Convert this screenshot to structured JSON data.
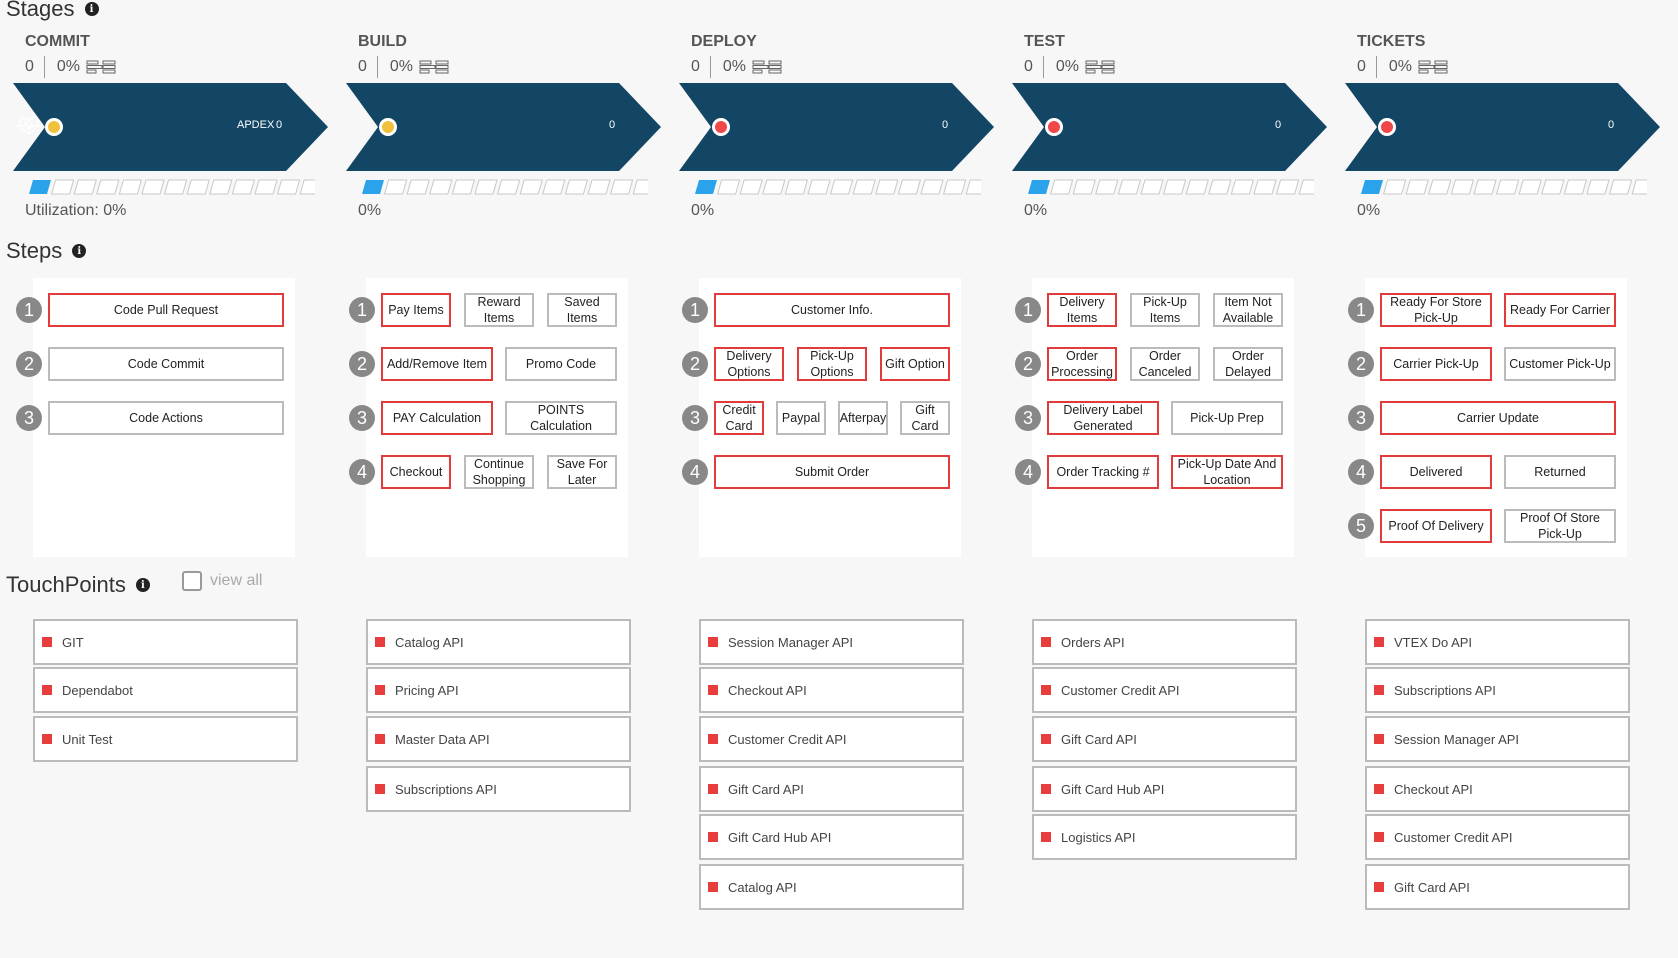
{
  "sections": {
    "stages_title": "Stages",
    "steps_title": "Steps",
    "touchpoints_title": "TouchPoints",
    "view_all_label": "view all"
  },
  "colors": {
    "chevron": "#134565",
    "highlight_border": "#e23b3b",
    "status_yellow": "#f2c03c",
    "status_red": "#f04848",
    "util_fill": "#2aa3ea",
    "tp_square": "#e83d3d"
  },
  "stages": [
    {
      "name": "COMMIT",
      "count": "0",
      "percent": "0%",
      "status": "yellow",
      "apdex_label": "APDEX",
      "value": "0",
      "utilization_label": "Utilization: 0%",
      "utilization": 0
    },
    {
      "name": "BUILD",
      "count": "0",
      "percent": "0%",
      "status": "yellow",
      "apdex_label": "",
      "value": "0",
      "utilization_label": "0%",
      "utilization": 0
    },
    {
      "name": "DEPLOY",
      "count": "0",
      "percent": "0%",
      "status": "red",
      "apdex_label": "",
      "value": "0",
      "utilization_label": "0%",
      "utilization": 0
    },
    {
      "name": "TEST",
      "count": "0",
      "percent": "0%",
      "status": "red",
      "apdex_label": "",
      "value": "0",
      "utilization_label": "0%",
      "utilization": 0
    },
    {
      "name": "TICKETS",
      "count": "0",
      "percent": "0%",
      "status": "red",
      "apdex_label": "",
      "value": "0",
      "utilization_label": "0%",
      "utilization": 0
    }
  ],
  "steps": [
    [
      {
        "num": "1",
        "items": [
          {
            "label": "Code Pull Request",
            "highlight": true
          }
        ]
      },
      {
        "num": "2",
        "items": [
          {
            "label": "Code Commit",
            "highlight": false
          }
        ]
      },
      {
        "num": "3",
        "items": [
          {
            "label": "Code Actions",
            "highlight": false
          }
        ]
      }
    ],
    [
      {
        "num": "1",
        "items": [
          {
            "label": "Pay Items",
            "highlight": true
          },
          {
            "label": "Reward Items",
            "highlight": false
          },
          {
            "label": "Saved Items",
            "highlight": false
          }
        ]
      },
      {
        "num": "2",
        "items": [
          {
            "label": "Add/Remove Item",
            "highlight": true
          },
          {
            "label": "Promo Code",
            "highlight": false
          }
        ]
      },
      {
        "num": "3",
        "items": [
          {
            "label": "PAY Calculation",
            "highlight": true
          },
          {
            "label": "POINTS Calculation",
            "highlight": false
          }
        ]
      },
      {
        "num": "4",
        "items": [
          {
            "label": "Checkout",
            "highlight": true
          },
          {
            "label": "Continue Shopping",
            "highlight": false
          },
          {
            "label": "Save For Later",
            "highlight": false
          }
        ]
      }
    ],
    [
      {
        "num": "1",
        "items": [
          {
            "label": "Customer Info.",
            "highlight": true
          }
        ]
      },
      {
        "num": "2",
        "items": [
          {
            "label": "Delivery Options",
            "highlight": true
          },
          {
            "label": "Pick-Up Options",
            "highlight": true
          },
          {
            "label": "Gift Option",
            "highlight": true
          }
        ]
      },
      {
        "num": "3",
        "items": [
          {
            "label": "Credit Card",
            "highlight": true
          },
          {
            "label": "Paypal",
            "highlight": false
          },
          {
            "label": "Afterpay",
            "highlight": false
          },
          {
            "label": "Gift Card",
            "highlight": false
          }
        ]
      },
      {
        "num": "4",
        "items": [
          {
            "label": "Submit Order",
            "highlight": true
          }
        ]
      }
    ],
    [
      {
        "num": "1",
        "items": [
          {
            "label": "Delivery Items",
            "highlight": true
          },
          {
            "label": "Pick-Up Items",
            "highlight": false
          },
          {
            "label": "Item Not Available",
            "highlight": false
          }
        ]
      },
      {
        "num": "2",
        "items": [
          {
            "label": "Order Processing",
            "highlight": true
          },
          {
            "label": "Order Canceled",
            "highlight": false
          },
          {
            "label": "Order Delayed",
            "highlight": false
          }
        ]
      },
      {
        "num": "3",
        "items": [
          {
            "label": "Delivery Label Generated",
            "highlight": true
          },
          {
            "label": "Pick-Up Prep",
            "highlight": false
          }
        ]
      },
      {
        "num": "4",
        "items": [
          {
            "label": "Order Tracking #",
            "highlight": true
          },
          {
            "label": "Pick-Up Date And Location",
            "highlight": true
          }
        ]
      }
    ],
    [
      {
        "num": "1",
        "items": [
          {
            "label": "Ready For Store Pick-Up",
            "highlight": true
          },
          {
            "label": "Ready For Carrier",
            "highlight": true
          }
        ]
      },
      {
        "num": "2",
        "items": [
          {
            "label": "Carrier Pick-Up",
            "highlight": true
          },
          {
            "label": "Customer Pick-Up",
            "highlight": false
          }
        ]
      },
      {
        "num": "3",
        "items": [
          {
            "label": "Carrier Update",
            "highlight": true
          }
        ]
      },
      {
        "num": "4",
        "items": [
          {
            "label": "Delivered",
            "highlight": true
          },
          {
            "label": "Returned",
            "highlight": false
          }
        ]
      },
      {
        "num": "5",
        "items": [
          {
            "label": "Proof Of Delivery",
            "highlight": true
          },
          {
            "label": "Proof Of Store Pick-Up",
            "highlight": false
          }
        ]
      }
    ]
  ],
  "touchpoints": [
    [
      "GIT",
      "Dependabot",
      "Unit Test"
    ],
    [
      "Catalog API",
      "Pricing API",
      "Master Data API",
      "Subscriptions API"
    ],
    [
      "Session Manager API",
      "Checkout API",
      "Customer Credit API",
      "Gift Card API",
      "Gift Card Hub API",
      "Catalog API"
    ],
    [
      "Orders API",
      "Customer Credit API",
      "Gift Card API",
      "Gift Card Hub API",
      "Logistics API"
    ],
    [
      "VTEX Do API",
      "Subscriptions API",
      "Session Manager API",
      "Checkout API",
      "Customer Credit API",
      "Gift Card API"
    ]
  ]
}
